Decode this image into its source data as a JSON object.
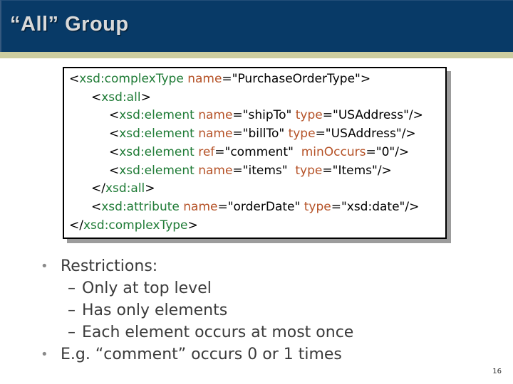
{
  "colors": {
    "header_navy": "#083a67",
    "accent_band_khaki": "#cccda0",
    "title_text": "#d9d9d9",
    "code_tag_green": "#1f7b36",
    "code_attr_orange": "#b55227",
    "code_plain_black": "#000000",
    "body_text_gray": "#3b3b3b",
    "bullet_dot_gray": "#8a8a8a",
    "box_shadow_gray": "#9c9c9c"
  },
  "header": {
    "title": "“All” Group"
  },
  "code_box": {
    "lines": [
      {
        "indent": 0,
        "tokens": [
          {
            "c": "plain",
            "t": "<"
          },
          {
            "c": "tag",
            "t": "xsd:complexType"
          },
          {
            "c": "plain",
            "t": " "
          },
          {
            "c": "attr",
            "t": "name"
          },
          {
            "c": "plain",
            "t": "=\"PurchaseOrderType\">"
          }
        ]
      },
      {
        "indent": 1,
        "tokens": [
          {
            "c": "plain",
            "t": "<"
          },
          {
            "c": "tag",
            "t": "xsd:all"
          },
          {
            "c": "plain",
            "t": ">"
          }
        ]
      },
      {
        "indent": 2,
        "tokens": [
          {
            "c": "plain",
            "t": "<"
          },
          {
            "c": "tag",
            "t": "xsd:element"
          },
          {
            "c": "plain",
            "t": " "
          },
          {
            "c": "attr",
            "t": "name"
          },
          {
            "c": "plain",
            "t": "=\"shipTo\" "
          },
          {
            "c": "attr",
            "t": "type"
          },
          {
            "c": "plain",
            "t": "=\"USAddress\"/>"
          }
        ]
      },
      {
        "indent": 2,
        "tokens": [
          {
            "c": "plain",
            "t": "<"
          },
          {
            "c": "tag",
            "t": "xsd:element"
          },
          {
            "c": "plain",
            "t": " "
          },
          {
            "c": "attr",
            "t": "name"
          },
          {
            "c": "plain",
            "t": "=\"billTo\" "
          },
          {
            "c": "attr",
            "t": "type"
          },
          {
            "c": "plain",
            "t": "=\"USAddress\"/>"
          }
        ]
      },
      {
        "indent": 2,
        "tokens": [
          {
            "c": "plain",
            "t": "<"
          },
          {
            "c": "tag",
            "t": "xsd:element"
          },
          {
            "c": "plain",
            "t": " "
          },
          {
            "c": "attr",
            "t": "ref"
          },
          {
            "c": "plain",
            "t": "=\"comment\"  "
          },
          {
            "c": "attr",
            "t": "minOccurs"
          },
          {
            "c": "plain",
            "t": "=\"0\"/>"
          }
        ]
      },
      {
        "indent": 2,
        "tokens": [
          {
            "c": "plain",
            "t": "<"
          },
          {
            "c": "tag",
            "t": "xsd:element"
          },
          {
            "c": "plain",
            "t": " "
          },
          {
            "c": "attr",
            "t": "name"
          },
          {
            "c": "plain",
            "t": "=\"items\"  "
          },
          {
            "c": "attr",
            "t": "type"
          },
          {
            "c": "plain",
            "t": "=\"Items\"/>"
          }
        ]
      },
      {
        "indent": 1,
        "tokens": [
          {
            "c": "plain",
            "t": "</"
          },
          {
            "c": "tag",
            "t": "xsd:all"
          },
          {
            "c": "plain",
            "t": ">"
          }
        ]
      },
      {
        "indent": 1,
        "tokens": [
          {
            "c": "plain",
            "t": "<"
          },
          {
            "c": "tag",
            "t": "xsd:attribute"
          },
          {
            "c": "plain",
            "t": " "
          },
          {
            "c": "attr",
            "t": "name"
          },
          {
            "c": "plain",
            "t": "=\"orderDate\" "
          },
          {
            "c": "attr",
            "t": "type"
          },
          {
            "c": "plain",
            "t": "=\"xsd:date\"/>"
          }
        ]
      },
      {
        "indent": 0,
        "tokens": [
          {
            "c": "plain",
            "t": "</"
          },
          {
            "c": "tag",
            "t": "xsd:complexType"
          },
          {
            "c": "plain",
            "t": ">"
          }
        ]
      }
    ]
  },
  "bullets": [
    {
      "level": 1,
      "marker": "•",
      "text": "Restrictions:"
    },
    {
      "level": 2,
      "marker": "–",
      "text": "Only at top level"
    },
    {
      "level": 2,
      "marker": "–",
      "text": "Has only elements"
    },
    {
      "level": 2,
      "marker": "–",
      "text": "Each element occurs at most once"
    },
    {
      "level": 1,
      "marker": "•",
      "text": "E.g. “comment” occurs 0 or 1 times"
    }
  ],
  "footer": {
    "page_number": "16"
  }
}
